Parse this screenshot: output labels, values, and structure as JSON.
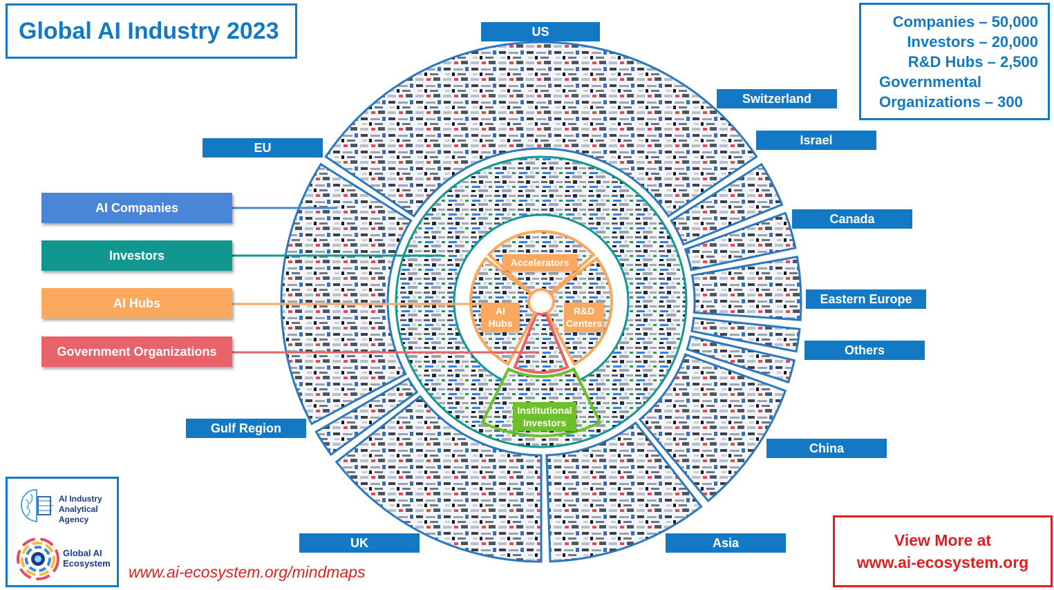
{
  "title": "Global AI Industry 2023",
  "stats": {
    "companies": "Companies – 50,000",
    "investors": "Investors – 20,000",
    "rd_hubs": "R&D Hubs  – 2,500",
    "gov_line1": "Governmental",
    "gov_line2": "Organizations – 300"
  },
  "regions": {
    "us": "US",
    "switzerland": "Switzerland",
    "israel": "Israel",
    "canada": "Canada",
    "eastern_europe": "Eastern Europe",
    "others": "Others",
    "china": "China",
    "asia": "Asia",
    "uk": "UK",
    "gulf": "Gulf Region",
    "eu": "EU"
  },
  "legend": {
    "ai_companies": "AI Companies",
    "investors": "Investors",
    "ai_hubs": "AI Hubs",
    "gov_orgs": "Government Organizations"
  },
  "inner": {
    "accelerators": "Accelerators",
    "ai_hubs": "AI\nHubs",
    "rd_centers": "R&D\nCenters",
    "institutional": "Institutional\nInvestors"
  },
  "logos": {
    "agency": "AI Industry\nAnalytical\nAgency",
    "ecosystem": "Global AI\nEcosystem"
  },
  "url_mindmaps": "www.ai-ecosystem.org/mindmaps",
  "view_more": {
    "line1": "View More at",
    "line2": "www.ai-ecosystem.org"
  },
  "colors": {
    "brand_blue": "#1479c4",
    "companies": "#4a86d8",
    "investors": "#11978f",
    "hubs": "#f9a85e",
    "gov": "#e8626a",
    "institutional": "#6cc02a",
    "red": "#e02020"
  }
}
